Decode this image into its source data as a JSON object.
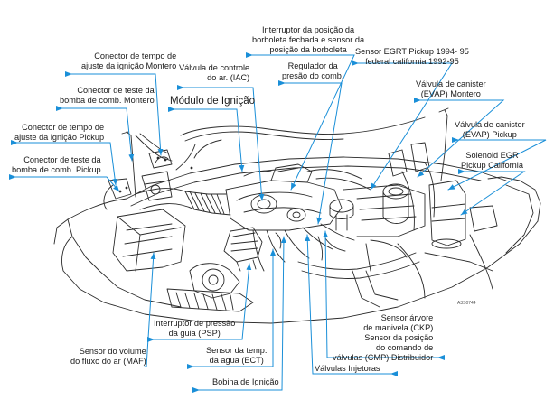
{
  "labels": {
    "tempo_montero": [
      "Conector de tempo  de",
      "ajuste da ignição Montero"
    ],
    "bomba_montero": [
      "Conector de teste da",
      "bomba de comb. Montero"
    ],
    "tempo_pickup": [
      "Conector de tempo  de",
      "ajuste da ignição Pickup"
    ],
    "bomba_pickup": [
      "Conector de teste da",
      "bomba de comb. Pickup"
    ],
    "iac": [
      "Válvula de controle",
      "do ar. (IAC)"
    ],
    "modulo": [
      "Módulo de Ignição"
    ],
    "interruptor_borboleta": [
      "Interruptor da posição da",
      "borboleta fechada  e sensor da",
      "posição da borboleta"
    ],
    "regulador": [
      "Regulador da",
      "presão do comb."
    ],
    "egrt": [
      "Sensor EGRT Pickup 1994- 95",
      "federal california 1992-95"
    ],
    "canister_montero": [
      "Válvula de canister",
      "(EVAP) Montero"
    ],
    "canister_pickup": [
      "Válvula de canister",
      "(EVAP) Pickup"
    ],
    "solenoid_egr": [
      "Solenoid EGR",
      "Pickup California"
    ],
    "psp": [
      "Interruptor de pressão",
      "da guia (PSP)"
    ],
    "maf": [
      "Sensor do volume",
      "do fluxo do ar (MAF)"
    ],
    "ect": [
      "Sensor da temp.",
      "da agua (ECT)"
    ],
    "ckp_cmp": [
      "Sensor árvore",
      "de manivela (CKP)",
      "Sensor da posição",
      "do comando de",
      "válvulas (CMP) Distribuidor"
    ],
    "bobina": [
      "Bobina de Ignição"
    ],
    "injetoras": [
      "Válvulas Injetoras"
    ]
  },
  "figure_code": "A3S0744",
  "colors": {
    "leader": "#1a8fd8",
    "drawing": "#2b2b2b",
    "paper": "#ffffff"
  }
}
